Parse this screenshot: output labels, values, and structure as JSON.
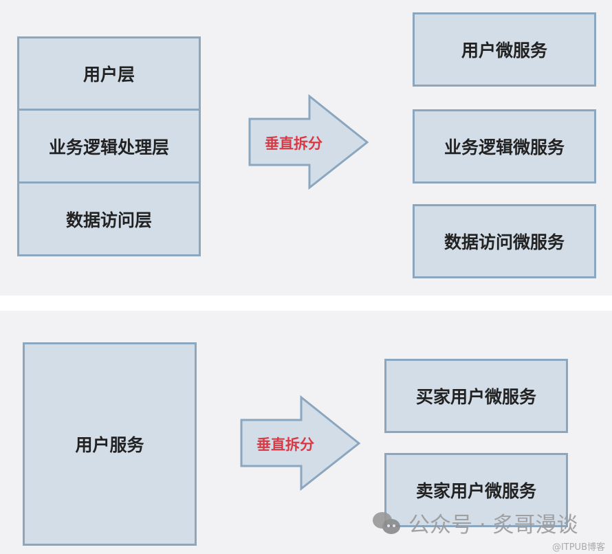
{
  "top": {
    "left_layers": [
      "用户层",
      "业务逻辑处理层",
      "数据访问层"
    ],
    "arrow_label": "垂直拆分",
    "right_services": [
      "用户微服务",
      "业务逻辑微服务",
      "数据访问微服务"
    ]
  },
  "bottom": {
    "left_service": "用户服务",
    "arrow_label": "垂直拆分",
    "right_services": [
      "买家用户微服务",
      "卖家用户微服务"
    ]
  },
  "watermark": {
    "text": "公众号 · 炙哥漫谈",
    "icon": "wechat-icon"
  },
  "credit": "@ITPUB博客",
  "colors": {
    "box_fill": "#d3dde8",
    "box_border": "#8ba6bf",
    "arrow_text": "#d83a45",
    "background": "#f2f2f5"
  }
}
